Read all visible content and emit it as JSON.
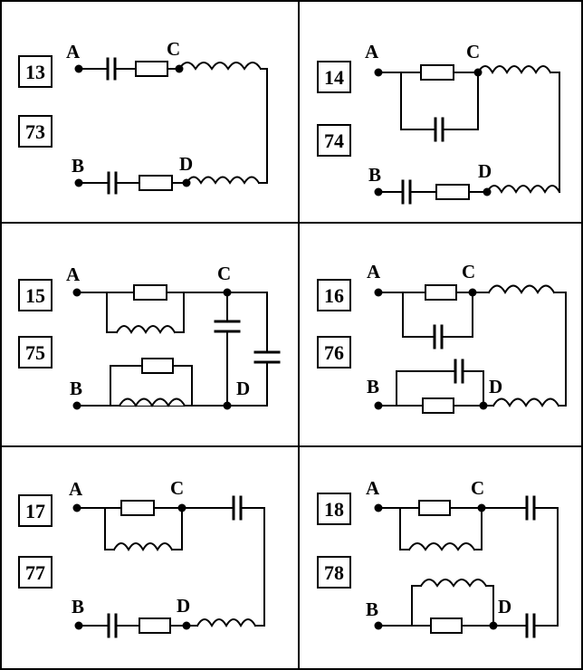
{
  "panels": [
    {
      "id": "p13",
      "numbers": [
        "13",
        "73"
      ],
      "nodes": {
        "a": "A",
        "b": "B",
        "c": "C",
        "d": "D"
      }
    },
    {
      "id": "p14",
      "numbers": [
        "14",
        "74"
      ],
      "nodes": {
        "a": "A",
        "b": "B",
        "c": "C",
        "d": "D"
      }
    },
    {
      "id": "p15",
      "numbers": [
        "15",
        "75"
      ],
      "nodes": {
        "a": "A",
        "b": "B",
        "c": "C",
        "d": "D"
      }
    },
    {
      "id": "p16",
      "numbers": [
        "16",
        "76"
      ],
      "nodes": {
        "a": "A",
        "b": "B",
        "c": "C",
        "d": "D"
      }
    },
    {
      "id": "p17",
      "numbers": [
        "17",
        "77"
      ],
      "nodes": {
        "a": "A",
        "b": "B",
        "c": "C",
        "d": "D"
      }
    },
    {
      "id": "p18",
      "numbers": [
        "18",
        "78"
      ],
      "nodes": {
        "a": "A",
        "b": "B",
        "c": "C",
        "d": "D"
      }
    }
  ]
}
